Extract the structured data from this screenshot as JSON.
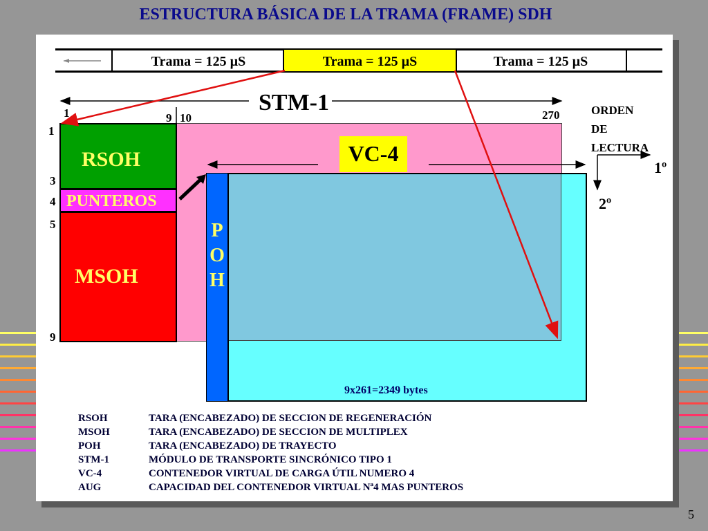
{
  "slide_title": "ESTRUCTURA BÁSICA DE LA TRAMA  (FRAME) SDH",
  "frames": [
    {
      "label": "Trama = 125 µS",
      "color": "#ffffff"
    },
    {
      "label": "Trama = 125 µS",
      "color": "#ffff00"
    },
    {
      "label": "Trama = 125 µS",
      "color": "#ffffff"
    }
  ],
  "stm": {
    "label": "STM-1",
    "col_1": "1",
    "col_9": "9",
    "col_10": "10",
    "col_270": "270"
  },
  "rows": {
    "r1": "1",
    "r3": "3",
    "r4": "4",
    "r5": "5",
    "r9": "9"
  },
  "blocks": {
    "rsoh": "RSOH",
    "punteros": "PUNTEROS",
    "msoh": "MSOH",
    "vc4": "VC-4",
    "poh": [
      "P",
      "O",
      "H"
    ],
    "payload_size": "9x261=2349 bytes"
  },
  "reading_order": {
    "heading": [
      "ORDEN",
      "DE",
      "LECTURA"
    ],
    "first": "1º",
    "second": "2º"
  },
  "colors": {
    "rsoh": "#00a000",
    "punteros": "#ff30ff",
    "msoh": "#ff0000",
    "stm_area": "#ff99cc",
    "vc4_area": "#66ffff",
    "overlap": "#80c8e0",
    "poh": "#0066ff",
    "title": "#0a0a8c"
  },
  "legend": [
    {
      "abbr": "RSOH",
      "desc": "TARA (ENCABEZADO)  DE SECCION DE REGENERACIÓN"
    },
    {
      "abbr": "MSOH",
      "desc": "TARA (ENCABEZADO) DE SECCION DE MULTIPLEX"
    },
    {
      "abbr": "POH",
      "desc": "TARA (ENCABEZADO)  DE TRAYECTO"
    },
    {
      "abbr": "STM-1",
      "desc": "MÓDULO DE TRANSPORTE SINCRÓNICO TIPO 1"
    },
    {
      "abbr": "VC-4",
      "desc": "CONTENEDOR  VIRTUAL  DE CARGA ÚTIL NUMERO 4"
    },
    {
      "abbr": "AUG",
      "desc": "CAPACIDAD DEL CONTENEDOR VIRTUAL Nª4  MAS PUNTEROS"
    }
  ],
  "page_number": "5"
}
